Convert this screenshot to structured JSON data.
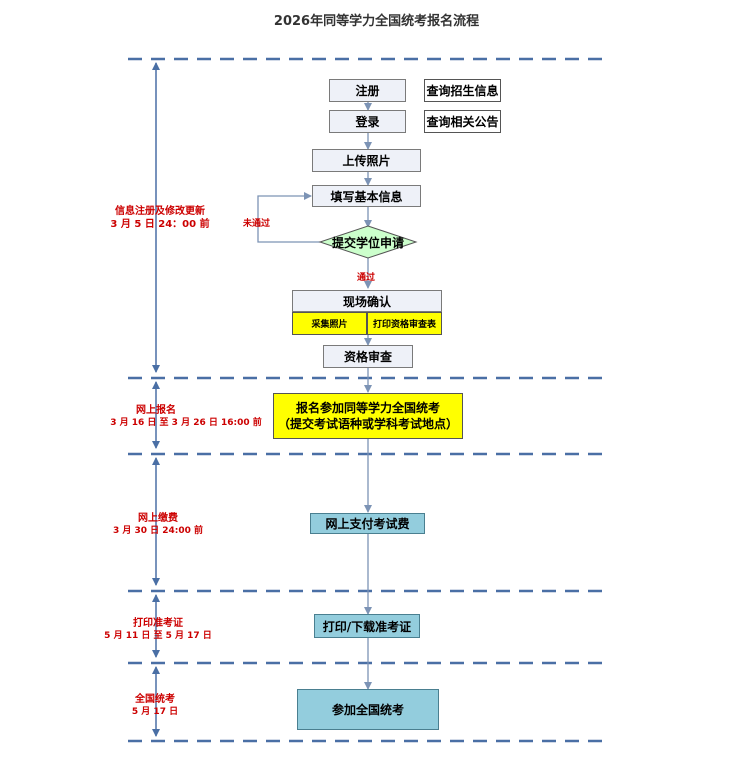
{
  "title": "2026年同等学力全国统考报名流程",
  "boxes": {
    "register": "注册",
    "query_enroll": "查询招生信息",
    "login": "登录",
    "query_notice": "查询相关公告",
    "upload_photo": "上传照片",
    "fill_info": "填写基本信息",
    "submit_degree": "提交学位申请",
    "onsite_confirm": "现场确认",
    "collect_photo": "采集照片",
    "print_form": "打印资格审查表",
    "qualify_review": "资格审查",
    "signup_line1": "报名参加同等学力全国统考",
    "signup_line2": "（提交考试语种或学科考试地点）",
    "pay_fee": "网上支付考试费",
    "print_ticket": "打印/下载准考证",
    "attend_exam": "参加全国统考"
  },
  "branch_labels": {
    "not_passed": "未通过",
    "passed": "通过"
  },
  "stages": [
    {
      "name": "信息注册及修改更新",
      "date": "3 月 5 日 24：00 前"
    },
    {
      "name": "网上报名",
      "date": "3 月 16 日 至 3 月 26 日 16:00 前"
    },
    {
      "name": "网上缴费",
      "date": "3 月 30 日 24:00 前"
    },
    {
      "name": "打印准考证",
      "date": "5 月 11 日 至 5 月 17 日"
    },
    {
      "name": "全国统考",
      "date": "5 月 17 日"
    }
  ],
  "colors": {
    "dash_line": "#4a6fa5",
    "arrow": "#7c93b5",
    "stage_text": "#cc0000",
    "yellow": "#ffff00",
    "teal": "#93cddd",
    "light": "#eef1f8",
    "diamond": "#ccffcc"
  }
}
